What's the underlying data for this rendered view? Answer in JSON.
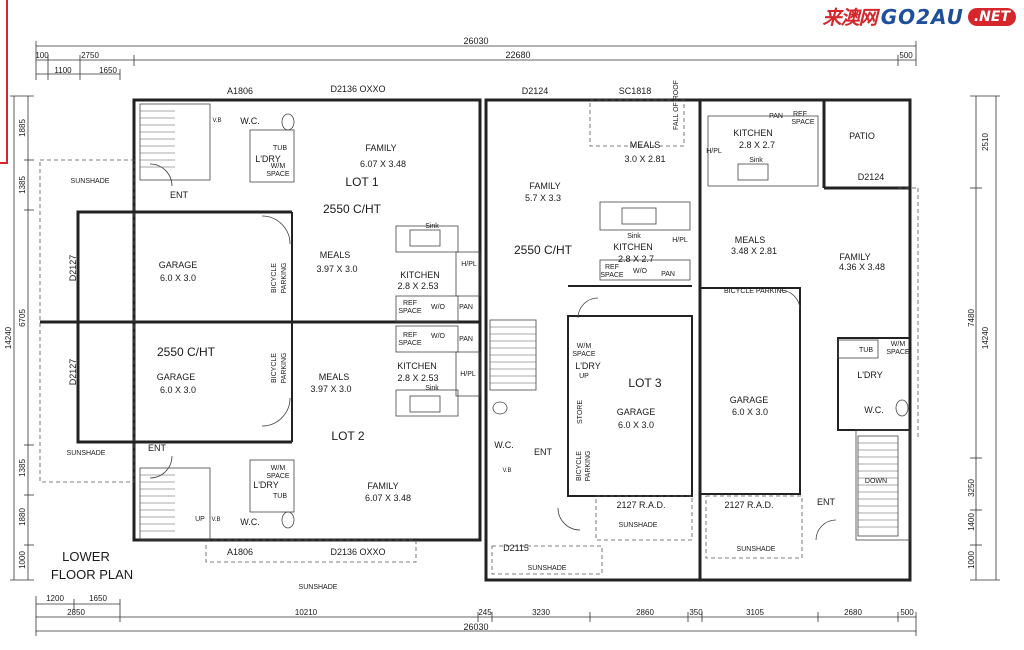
{
  "logo": {
    "cn": "来澳网",
    "en": "GO2AU",
    "net": ".NET"
  },
  "title": [
    "LOWER",
    "FLOOR PLAN"
  ],
  "dims": {
    "top_total": "26030",
    "top_100": "100",
    "top_2750": "2750",
    "top_22680": "22680",
    "top_500": "500",
    "top_1100": "1100",
    "top_1650": "1650",
    "bot_1200": "1200",
    "bot_1650": "1650",
    "bot_2850": "2850",
    "bot_10210": "10210",
    "bot_245": "245",
    "bot_3230": "3230",
    "bot_2860": "2860",
    "bot_350": "350",
    "bot_3105": "3105",
    "bot_2680": "2680",
    "bot_500": "500",
    "bot_total": "26030",
    "left_1885": "1885",
    "left_1385a": "1385",
    "left_6705": "6705",
    "left_14240": "14240",
    "left_1385b": "1385",
    "left_1880": "1880",
    "left_1000": "1000",
    "right_2510": "2510",
    "right_7480": "7480",
    "right_14240": "14240",
    "right_3250": "3250",
    "right_1400": "1400",
    "right_1000": "1000"
  },
  "lot1": {
    "window_top": "A1806",
    "door_top": "D2136 OXXO",
    "wc": "W.C.",
    "vb": "V.B",
    "tub": "TUB",
    "wm": "W/M",
    "space": "SPACE",
    "ldry": "L'DRY",
    "family": "FAMILY",
    "family_dim": "6.07 X 3.48",
    "lot": "LOT 1",
    "ceiling": "2550 C/HT",
    "sunshade": "SUNSHADE",
    "ent": "ENT",
    "garage": "GARAGE",
    "garage_dim": "6.0 X 3.0",
    "door_side": "D2127",
    "bicycle": "BICYCLE",
    "parking": "PARKING",
    "meals": "MEALS",
    "meals_dim": "3.97 X 3.0",
    "kitchen": "KITCHEN",
    "kitchen_dim": "2.8 X 2.53",
    "sink": "Sink",
    "hpl": "H/PL",
    "ref": "REF",
    "ref_space": "SPACE",
    "wo": "W/O",
    "pan": "PAN"
  },
  "lot2": {
    "ceiling": "2550 C/HT",
    "garage": "GARAGE",
    "garage_dim": "6.0 X 3.0",
    "door_side": "D2127",
    "bicycle": "BICYCLE",
    "parking": "PARKING",
    "meals": "MEALS",
    "meals_dim": "3.97 X 3.0",
    "kitchen": "KITCHEN",
    "kitchen_dim": "2.8 X 2.53",
    "sink": "Sink",
    "hpl": "H/PL",
    "ref": "REF",
    "ref_space": "SPACE",
    "wo": "W/O",
    "pan": "PAN",
    "ent": "ENT",
    "sunshade": "SUNSHADE",
    "lot": "LOT 2",
    "wm": "W/M",
    "space": "SPACE",
    "ldry": "L'DRY",
    "tub": "TUB",
    "up": "UP",
    "vb": "V.B",
    "wc": "W.C.",
    "family": "FAMILY",
    "family_dim": "6.07 X 3.48",
    "window_bot": "A1806",
    "door_bot": "D2136 OXXO",
    "sunshade_bot": "SUNSHADE"
  },
  "lot3": {
    "door_top": "D2124",
    "window_top": "SC1818",
    "fall_roof": "FALL OF ROOF",
    "meals": "MEALS",
    "meals_dim": "3.0 X 2.81",
    "family": "FAMILY",
    "family_dim": "5.7 X 3.3",
    "ceiling": "2550 C/HT",
    "sink": "Sink",
    "kitchen": "KITCHEN",
    "kitchen_dim": "2.8 X 2.7",
    "hpl": "H/PL",
    "ref": "REF",
    "ref_space": "SPACE",
    "wo": "W/O",
    "pan": "PAN",
    "wm": "W/M",
    "space": "SPACE",
    "ldry": "L'DRY",
    "up": "UP",
    "lot": "LOT 3",
    "garage": "GARAGE",
    "garage_dim": "6.0 X 3.0",
    "store": "STORE",
    "bicycle": "BICYCLE",
    "parking": "PARKING",
    "wc": "W.C.",
    "ent": "ENT",
    "vb": "V.B",
    "rad": "2127 R.A.D.",
    "sunshade": "SUNSHADE",
    "door_bot": "D2115",
    "sunshade_bot": "SUNSHADE"
  },
  "lot4": {
    "kitchen": "KITCHEN",
    "kitchen_dim": "2.8 X 2.7",
    "pan": "PAN",
    "ref": "REF",
    "ref_space": "SPACE",
    "hpl": "H/PL",
    "sink": "Sink",
    "patio": "PATIO",
    "door_top": "D2124",
    "meals": "MEALS",
    "meals_dim": "3.48 X 2.81",
    "family": "FAMILY",
    "family_dim": "4.36 X 3.48",
    "bicycle_parking": "BICYCLE PARKING",
    "tub": "TUB",
    "wm": "W/M",
    "space": "SPACE",
    "ldry": "L'DRY",
    "wc": "W.C.",
    "garage": "GARAGE",
    "garage_dim": "6.0 X 3.0",
    "rad": "2127 R.A.D.",
    "sunshade": "SUNSHADE",
    "ent": "ENT",
    "down": "DOWN"
  }
}
